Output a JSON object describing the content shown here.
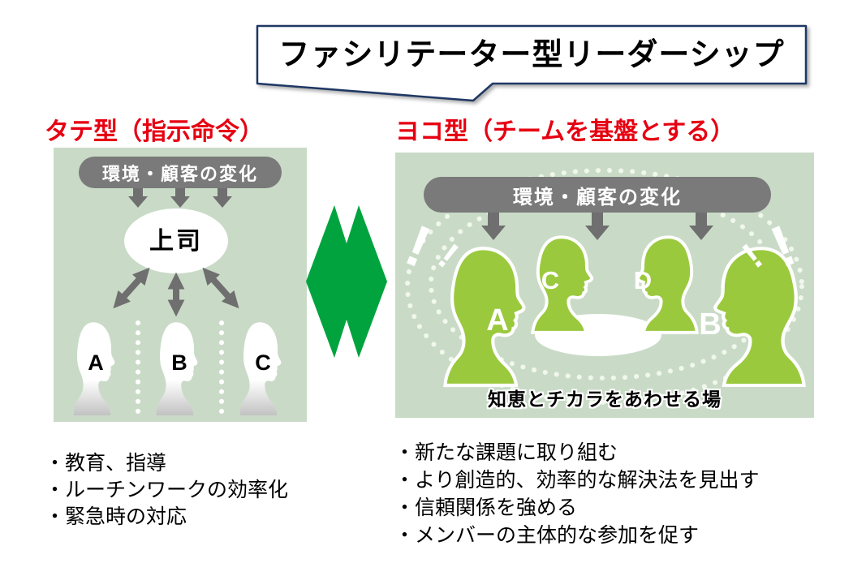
{
  "title": "ファシリテーター型リーダーシップ",
  "left_section": {
    "heading": "タテ型（指示命令）",
    "banner": "環境・顧客の変化",
    "boss": "上司",
    "members": [
      "A",
      "B",
      "C"
    ],
    "bullets": [
      "・教育、指導",
      "・ルーチンワークの効率化",
      "・緊急時の対応"
    ]
  },
  "right_section": {
    "heading": "ヨコ型（チームを基盤とする）",
    "banner": "環境・顧客の変化",
    "members": [
      "A",
      "C",
      "D",
      "B"
    ],
    "exclamation": "!",
    "caption": "知恵とチカラをあわせる場",
    "bullets": [
      "・新たな課題に取り組む",
      "・より創造的、効率的な解決法を見出す",
      "・信頼関係を強める",
      "・メンバーの主体的な参加を促す"
    ]
  },
  "colors": {
    "heading_red": "#e60012",
    "panel_green": "#c9dbc7",
    "pill_gray": "#7a7a7a",
    "arrow_gray": "#6f6f6f",
    "bright_green": "#00a33e",
    "head_green": "#9bc93e",
    "bubble_border_navy": "#1f3864"
  }
}
